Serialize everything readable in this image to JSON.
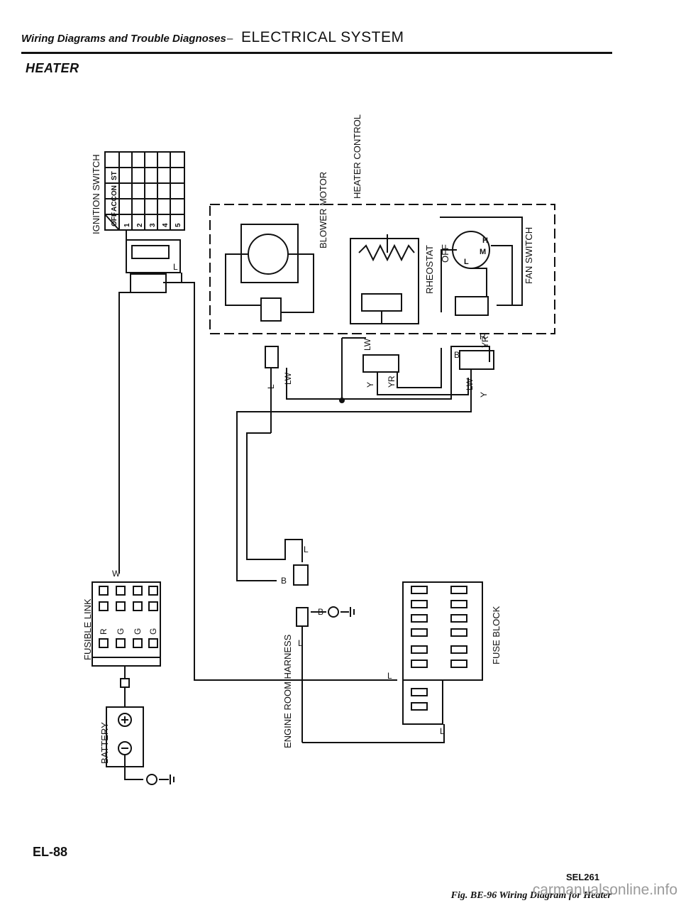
{
  "header": {
    "category": "Wiring Diagrams and Trouble Diagnoses",
    "separator": "–",
    "system": "ELECTRICAL SYSTEM"
  },
  "section_title": "HEATER",
  "components": {
    "ignition_switch": "IGNITION SWITCH",
    "ignition_positions": [
      "OFF",
      "ACC",
      "ON",
      "ST"
    ],
    "ignition_terminals": [
      "1",
      "2",
      "3",
      "4",
      "5"
    ],
    "heater_control": "HEATER CONTROL",
    "blower_motor": "BLOWER MOTOR",
    "rheostat": "RHEOSTAT",
    "fan_switch": "FAN SWITCH",
    "fan_switch_positions": [
      "OFF",
      "H",
      "M",
      "L"
    ],
    "fusible_link": "FUSIBLE LINK",
    "battery": "BATTERY",
    "engine_room_harness": "ENGINE ROOM HARNESS",
    "fuse_block": "FUSE BLOCK"
  },
  "wire_colors": {
    "w": "W",
    "l": "L",
    "lw": "LW",
    "y": "Y",
    "yr": "YR",
    "b": "B",
    "r": "R",
    "g": "G"
  },
  "figure_code": "SEL261",
  "caption": "Fig. BE-96  Wiring Diagram for Heater",
  "page_number": "EL-88",
  "watermark": "carmanualsonline.info"
}
